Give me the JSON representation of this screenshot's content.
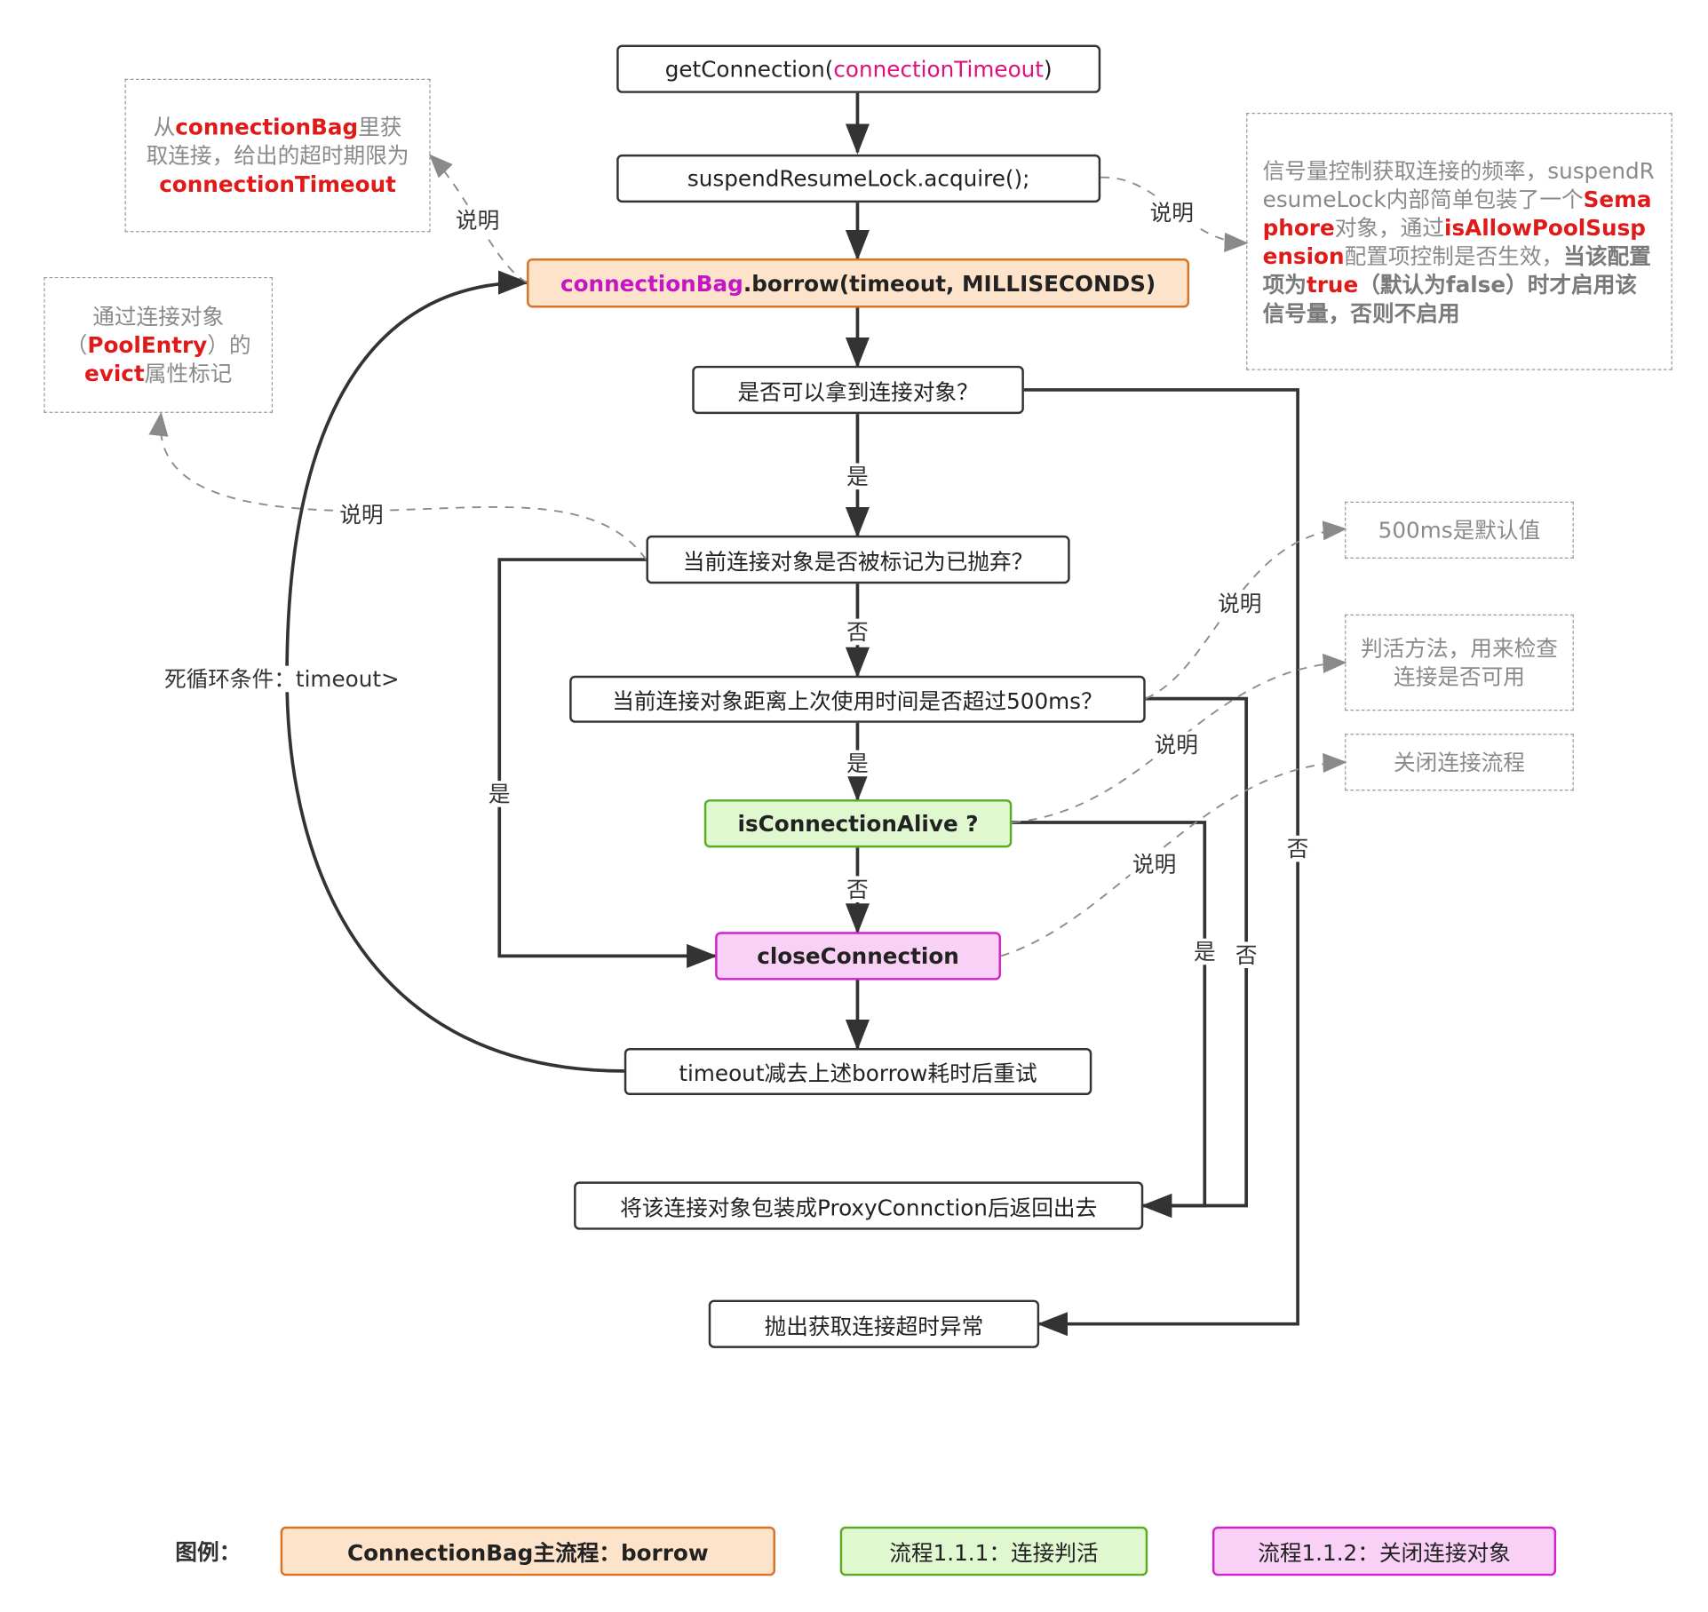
{
  "colors": {
    "main_flow": "#d97325",
    "liveness_check": "#5aab27",
    "close_connection": "#d321cc",
    "highlight_red": "#e01919",
    "param_magenta": "#e0117c",
    "note_gray": "#8a8a8a"
  },
  "nodes": {
    "get_connection": {
      "func": "getConnection(",
      "param": "connectionTimeout",
      "close": ")"
    },
    "acquire": "suspendResumeLock.acquire();",
    "borrow": {
      "bag": "connectionBag",
      "call": ".borrow(timeout, MILLISECONDS)"
    },
    "can_get": "是否可以拿到连接对象？",
    "abandoned": "当前连接对象是否被标记为已抛弃？",
    "over_500": "当前连接对象距离上次使用时间是否超过500ms？",
    "alive": "isConnectionAlive ?",
    "close": "closeConnection",
    "retry": "timeout减去上述borrow耗时后重试",
    "return_proxy": "将该连接对象包装成ProxyConnction后返回出去",
    "throw_timeout": "抛出获取连接超时异常"
  },
  "notes": {
    "bag": {
      "t1": "从",
      "t2": "connectionBag",
      "t3": "里获取连接，给出的超时期限为",
      "t4": "connectionTimeout"
    },
    "evict": {
      "t1": "通过连接对象（",
      "t2": "PoolEntry",
      "t3": "）的",
      "t4": "evict",
      "t5": "属性标记"
    },
    "semaphore": {
      "t1": "信号量控制获取连接的频率，suspendResumeLock内部简单包装了一个",
      "t2": "Semaphore",
      "t3": "对象，通过",
      "t4": "isAllowPoolSuspension",
      "t5": "配置项控制是否生效，",
      "t6": "当该配置项为",
      "t7": "true",
      "t8": "（默认为false）时才启用该信号量，否则不启用"
    },
    "default_500": "500ms是默认值",
    "alive_method": "判活方法，用来检查连接是否可用",
    "close_flow": "关闭连接流程"
  },
  "edge_labels": {
    "explain": "说明",
    "yes": "是",
    "no": "否",
    "loop": "死循环条件：timeout>"
  },
  "legend": {
    "title": "图例：",
    "main": "ConnectionBag主流程：borrow",
    "liveness": "流程1.1.1：连接判活",
    "close": "流程1.1.2：关闭连接对象"
  }
}
